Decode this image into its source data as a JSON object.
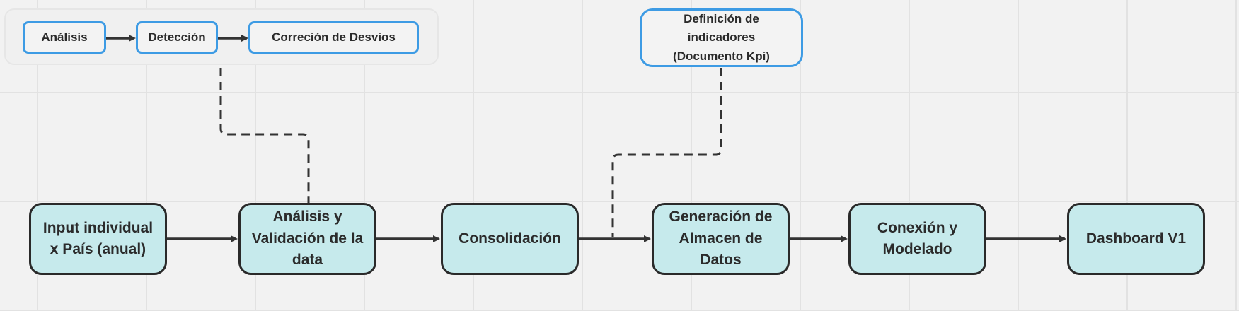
{
  "colors": {
    "process_fill": "#c6eaec",
    "process_border": "#2a2a2a",
    "note_border": "#3d9be4",
    "connector": "#333333"
  },
  "top_group": {
    "steps": [
      "Análisis",
      "Detección",
      "Correción de Desvios"
    ]
  },
  "definition_note": "Definición de\nindicadores\n(Documento Kpi)",
  "process_flow": [
    "Input individual\nx País (anual)",
    "Análisis y\nValidación de la\ndata",
    "Consolidación",
    "Generación de\nAlmacen de\nDatos",
    "Conexión y\nModelado",
    "Dashboard V1"
  ]
}
